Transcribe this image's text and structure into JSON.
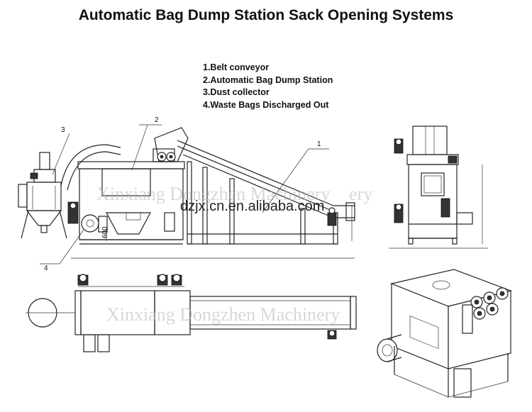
{
  "title": "Automatic Bag Dump Station Sack Opening Systems",
  "legend": [
    "1.Belt conveyor",
    "2.Automatic Bag Dump Station",
    "3.Dust collector",
    "4.Waste Bags Discharged Out"
  ],
  "callouts": {
    "c1": "1",
    "c2": "2",
    "c3": "3",
    "c4": "4"
  },
  "dimension_label": "600",
  "watermark_top": "Xinxiang Dongzhen Machinery",
  "watermark_bottom": "Xinxiang Dongzhen Machinery",
  "website": "dzjx.cn.en.alibaba.com"
}
